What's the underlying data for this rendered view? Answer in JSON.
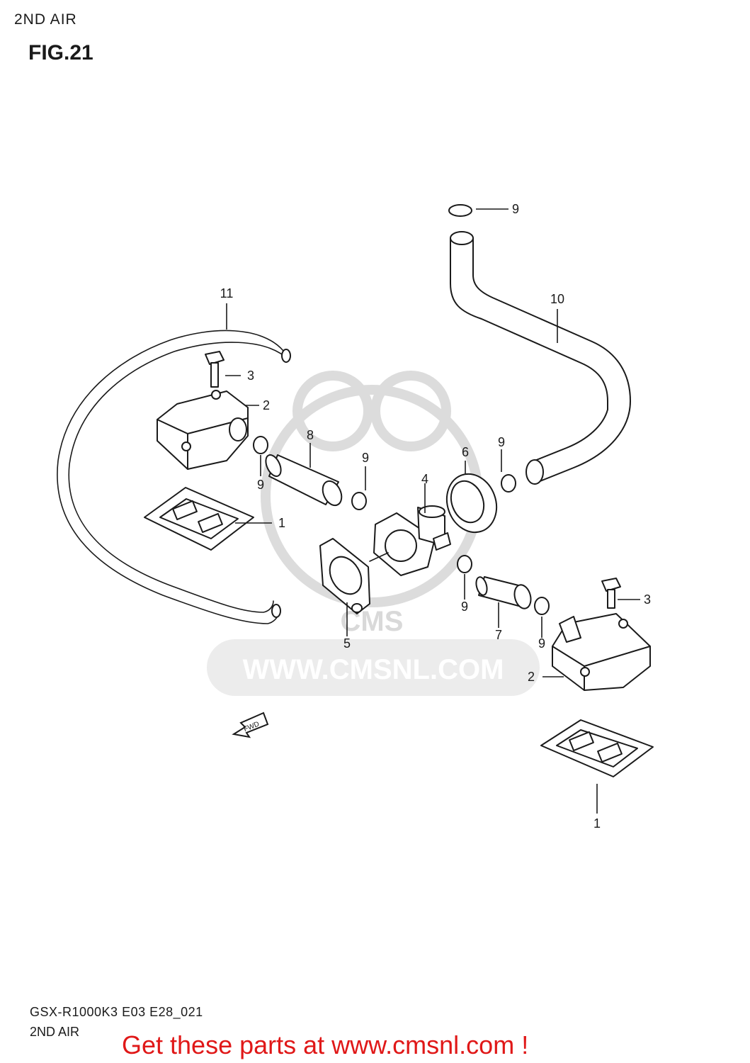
{
  "header": {
    "section_title": "2ND AIR",
    "figure_label": "FIG.21"
  },
  "diagram": {
    "callouts": [
      "1",
      "2",
      "3",
      "4",
      "5",
      "6",
      "7",
      "8",
      "9",
      "10",
      "11"
    ],
    "fwd_arrow_label": "FWD",
    "watermark": {
      "logo_text": "CMS",
      "url_text": "WWW.CMSNL.COM"
    }
  },
  "footer": {
    "model_code": "GSX-R1000K3 E03 E28_021",
    "section_name": "2ND AIR",
    "cta_text": "Get these parts at www.cmsnl.com !"
  },
  "colors": {
    "cta": "#e01818",
    "line": "#1a1a1a",
    "watermark": "#d9d9d9"
  }
}
